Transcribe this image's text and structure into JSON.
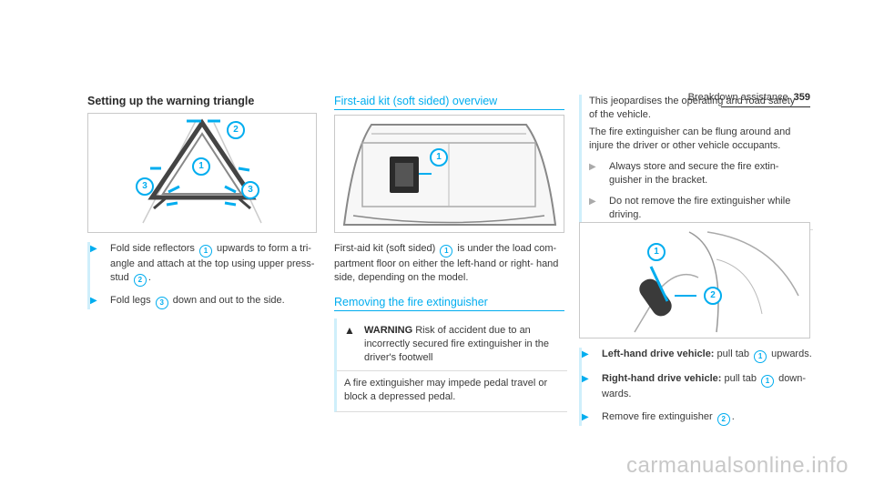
{
  "header": {
    "section": "Breakdown assistance",
    "page": "359"
  },
  "col1": {
    "title": "Setting up the warning triangle",
    "figure_callouts": [
      "1",
      "2",
      "3",
      "3"
    ],
    "steps": [
      {
        "before": "Fold side reflectors ",
        "num": "1",
        "after": " upwards to form a tri- angle and attach at the top using upper press- stud ",
        "num2": "2",
        "after2": "."
      },
      {
        "before": "Fold legs ",
        "num": "3",
        "after": " down and out to the side."
      }
    ]
  },
  "col2": {
    "title": "First-aid kit (soft sided) overview",
    "figure_callout": "1",
    "paragraph": {
      "before": "First-aid kit (soft sided) ",
      "num": "1",
      "after": " is under the load com- partment floor on either the left-hand or right- hand side, depending on the model."
    },
    "title2": "Removing the fire extinguisher",
    "warning": {
      "icon": "warning-icon",
      "label": "WARNING",
      "text": " Risk of accident due to an incorrectly secured fire extinguisher in the driver's footwell",
      "body": "A fire extinguisher may impede pedal travel or block a depressed pedal."
    }
  },
  "col3": {
    "info_text": "This jeopardises the operating and road safety of the vehicle.",
    "info_text2": "The fire extinguisher can be flung around and injure the driver or other vehicle occupants.",
    "info_steps": [
      "Always store and secure the fire extin- guisher in the bracket.",
      "Do not remove the fire extinguisher while driving."
    ],
    "figure_callouts": [
      "1",
      "2"
    ],
    "steps": [
      {
        "bold": "Left-hand drive vehicle:",
        "before": " pull tab ",
        "num": "1",
        "after": " upwards."
      },
      {
        "bold": "Right-hand drive vehicle:",
        "before": " pull tab ",
        "num": "1",
        "after": " down- wards."
      },
      {
        "bold": "",
        "before": "Remove fire extinguisher ",
        "num": "2",
        "after": "."
      }
    ]
  },
  "watermark": "carmanualsonline.info",
  "colors": {
    "accent": "#00adef",
    "bar": "#cfeffb"
  }
}
